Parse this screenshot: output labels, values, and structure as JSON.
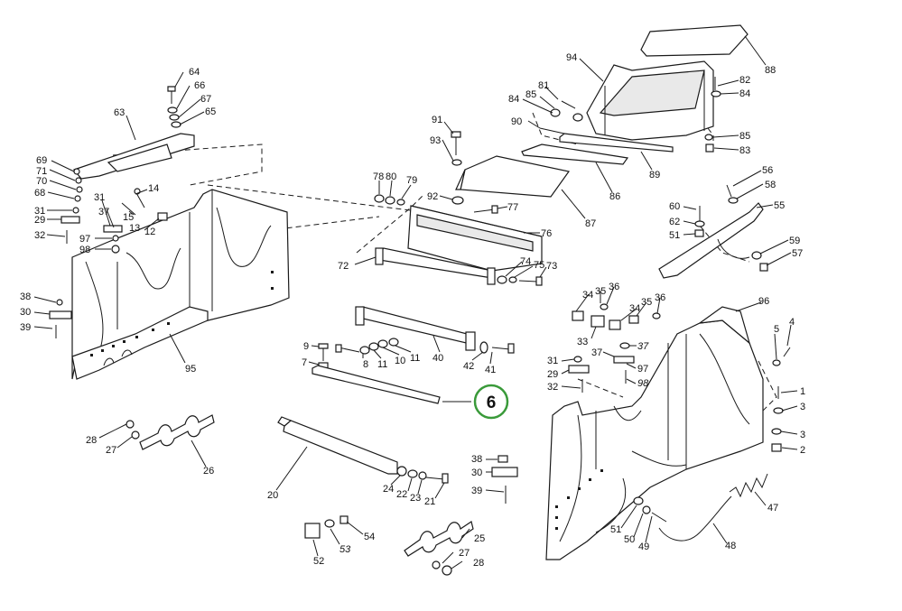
{
  "highlight": {
    "label": "6",
    "color": "#3a9a3a"
  },
  "labels": [
    {
      "id": "l64",
      "text": "64"
    },
    {
      "id": "l66",
      "text": "66"
    },
    {
      "id": "l67",
      "text": "67"
    },
    {
      "id": "l65",
      "text": "65"
    },
    {
      "id": "l63",
      "text": "63"
    },
    {
      "id": "l69",
      "text": "69"
    },
    {
      "id": "l71",
      "text": "71"
    },
    {
      "id": "l70",
      "text": "70"
    },
    {
      "id": "l68",
      "text": "68"
    },
    {
      "id": "l31a",
      "text": "31"
    },
    {
      "id": "l29a",
      "text": "29"
    },
    {
      "id": "l32a",
      "text": "32"
    },
    {
      "id": "l31b",
      "text": "31"
    },
    {
      "id": "l37a",
      "text": "37"
    },
    {
      "id": "l14",
      "text": "14"
    },
    {
      "id": "l15",
      "text": "15"
    },
    {
      "id": "l13",
      "text": "13"
    },
    {
      "id": "l12",
      "text": "12"
    },
    {
      "id": "l97a",
      "text": "97"
    },
    {
      "id": "l98a",
      "text": "98"
    },
    {
      "id": "l38a",
      "text": "38"
    },
    {
      "id": "l30a",
      "text": "30"
    },
    {
      "id": "l39a",
      "text": "39"
    },
    {
      "id": "l95",
      "text": "95"
    },
    {
      "id": "l28a",
      "text": "28"
    },
    {
      "id": "l27a",
      "text": "27"
    },
    {
      "id": "l26",
      "text": "26"
    },
    {
      "id": "l91",
      "text": "91"
    },
    {
      "id": "l93",
      "text": "93"
    },
    {
      "id": "l78",
      "text": "78"
    },
    {
      "id": "l80",
      "text": "80"
    },
    {
      "id": "l79",
      "text": "79"
    },
    {
      "id": "l92",
      "text": "92"
    },
    {
      "id": "l77",
      "text": "77"
    },
    {
      "id": "l76",
      "text": "76"
    },
    {
      "id": "l72",
      "text": "72"
    },
    {
      "id": "l74",
      "text": "74"
    },
    {
      "id": "l75",
      "text": "75"
    },
    {
      "id": "l73",
      "text": "73"
    },
    {
      "id": "l9",
      "text": "9"
    },
    {
      "id": "l7",
      "text": "7"
    },
    {
      "id": "l8",
      "text": "8"
    },
    {
      "id": "l11a",
      "text": "11"
    },
    {
      "id": "l10",
      "text": "10"
    },
    {
      "id": "l11b",
      "text": "11"
    },
    {
      "id": "l40",
      "text": "40"
    },
    {
      "id": "l42",
      "text": "42"
    },
    {
      "id": "l41",
      "text": "41"
    },
    {
      "id": "l20",
      "text": "20"
    },
    {
      "id": "l24",
      "text": "24"
    },
    {
      "id": "l22",
      "text": "22"
    },
    {
      "id": "l23",
      "text": "23"
    },
    {
      "id": "l21",
      "text": "21"
    },
    {
      "id": "l38b",
      "text": "38"
    },
    {
      "id": "l30b",
      "text": "30"
    },
    {
      "id": "l39b",
      "text": "39"
    },
    {
      "id": "l25",
      "text": "25"
    },
    {
      "id": "l27b",
      "text": "27"
    },
    {
      "id": "l28b",
      "text": "28"
    },
    {
      "id": "l54",
      "text": "54"
    },
    {
      "id": "l53",
      "text": "53"
    },
    {
      "id": "l52",
      "text": "52"
    },
    {
      "id": "l94",
      "text": "94"
    },
    {
      "id": "l88",
      "text": "88"
    },
    {
      "id": "l81",
      "text": "81"
    },
    {
      "id": "l85a",
      "text": "85"
    },
    {
      "id": "l84a",
      "text": "84"
    },
    {
      "id": "l82",
      "text": "82"
    },
    {
      "id": "l84b",
      "text": "84"
    },
    {
      "id": "l90",
      "text": "90"
    },
    {
      "id": "l85b",
      "text": "85"
    },
    {
      "id": "l83",
      "text": "83"
    },
    {
      "id": "l89",
      "text": "89"
    },
    {
      "id": "l86",
      "text": "86"
    },
    {
      "id": "l87",
      "text": "87"
    },
    {
      "id": "l56",
      "text": "56"
    },
    {
      "id": "l58",
      "text": "58"
    },
    {
      "id": "l55",
      "text": "55"
    },
    {
      "id": "l60",
      "text": "60"
    },
    {
      "id": "l62",
      "text": "62"
    },
    {
      "id": "l51a",
      "text": "51"
    },
    {
      "id": "l59",
      "text": "59"
    },
    {
      "id": "l57",
      "text": "57"
    },
    {
      "id": "l34a",
      "text": "34"
    },
    {
      "id": "l35a",
      "text": "35"
    },
    {
      "id": "l36a",
      "text": "36"
    },
    {
      "id": "l35b",
      "text": "35"
    },
    {
      "id": "l36b",
      "text": "36"
    },
    {
      "id": "l34b",
      "text": "34"
    },
    {
      "id": "l33",
      "text": "33"
    },
    {
      "id": "l96",
      "text": "96"
    },
    {
      "id": "l5",
      "text": "5"
    },
    {
      "id": "l4",
      "text": "4"
    },
    {
      "id": "l37b",
      "text": "37"
    },
    {
      "id": "l37c",
      "text": "37"
    },
    {
      "id": "l31c",
      "text": "31"
    },
    {
      "id": "l29b",
      "text": "29"
    },
    {
      "id": "l97b",
      "text": "97"
    },
    {
      "id": "l32b",
      "text": "32"
    },
    {
      "id": "l98b",
      "text": "98"
    },
    {
      "id": "l1",
      "text": "1"
    },
    {
      "id": "l3a",
      "text": "3"
    },
    {
      "id": "l3b",
      "text": "3"
    },
    {
      "id": "l2",
      "text": "2"
    },
    {
      "id": "l47",
      "text": "47"
    },
    {
      "id": "l51b",
      "text": "51"
    },
    {
      "id": "l50",
      "text": "50"
    },
    {
      "id": "l49",
      "text": "49"
    },
    {
      "id": "l48",
      "text": "48"
    }
  ]
}
